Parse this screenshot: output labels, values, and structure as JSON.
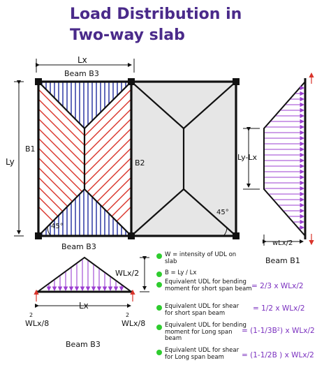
{
  "title": {
    "line1": "Load Distribution in",
    "line2": "Two-way slab"
  },
  "slab_labels": {
    "lx_top": "Lx",
    "beam_b3_top": "Beam B3",
    "beam_b3_bottom": "Beam B3",
    "b1": "B1",
    "ly": "Ly",
    "b2": "B2",
    "angle_left": "45°",
    "angle_right": "45°"
  },
  "beam_b1_diagram": {
    "ly_minus_lx": "Ly-Lx",
    "w_lx_half": "wLx/2",
    "caption": "Beam B1"
  },
  "beam_b3_diagram": {
    "w_lx_half": "WLx/2",
    "lx": "Lx",
    "reaction_left": "WLx/8",
    "reaction_right": "WLx/8",
    "reaction_sup": "2",
    "caption": "Beam B3"
  },
  "notes": [
    {
      "text": "W = intensity of UDL on slab",
      "formula": ""
    },
    {
      "text": "B = Ly / Lx",
      "formula": ""
    },
    {
      "text": "Equivalent UDL for bending moment for short span beam",
      "formula": "= 2/3 x WLx/2"
    },
    {
      "text": "Equivalent UDL for shear for short span beam",
      "formula": "= 1/2 x WLx/2"
    },
    {
      "text": "Equivalent UDL for bending moment for Long span beam",
      "formula": "= (1-1/3B²) x WLx/2"
    },
    {
      "text": "Equivalent UDL for shear for Long span beam",
      "formula": "= (1-1/2B ) x WLx/2"
    }
  ],
  "colors": {
    "title": "#4a2a8a",
    "hatch_red": "#d9342b",
    "hatch_blue": "#1f2c9e",
    "load_purple": "#9b3fd1",
    "bullet_green": "#2ecc2e",
    "panel_grey": "#e6e6e6"
  }
}
